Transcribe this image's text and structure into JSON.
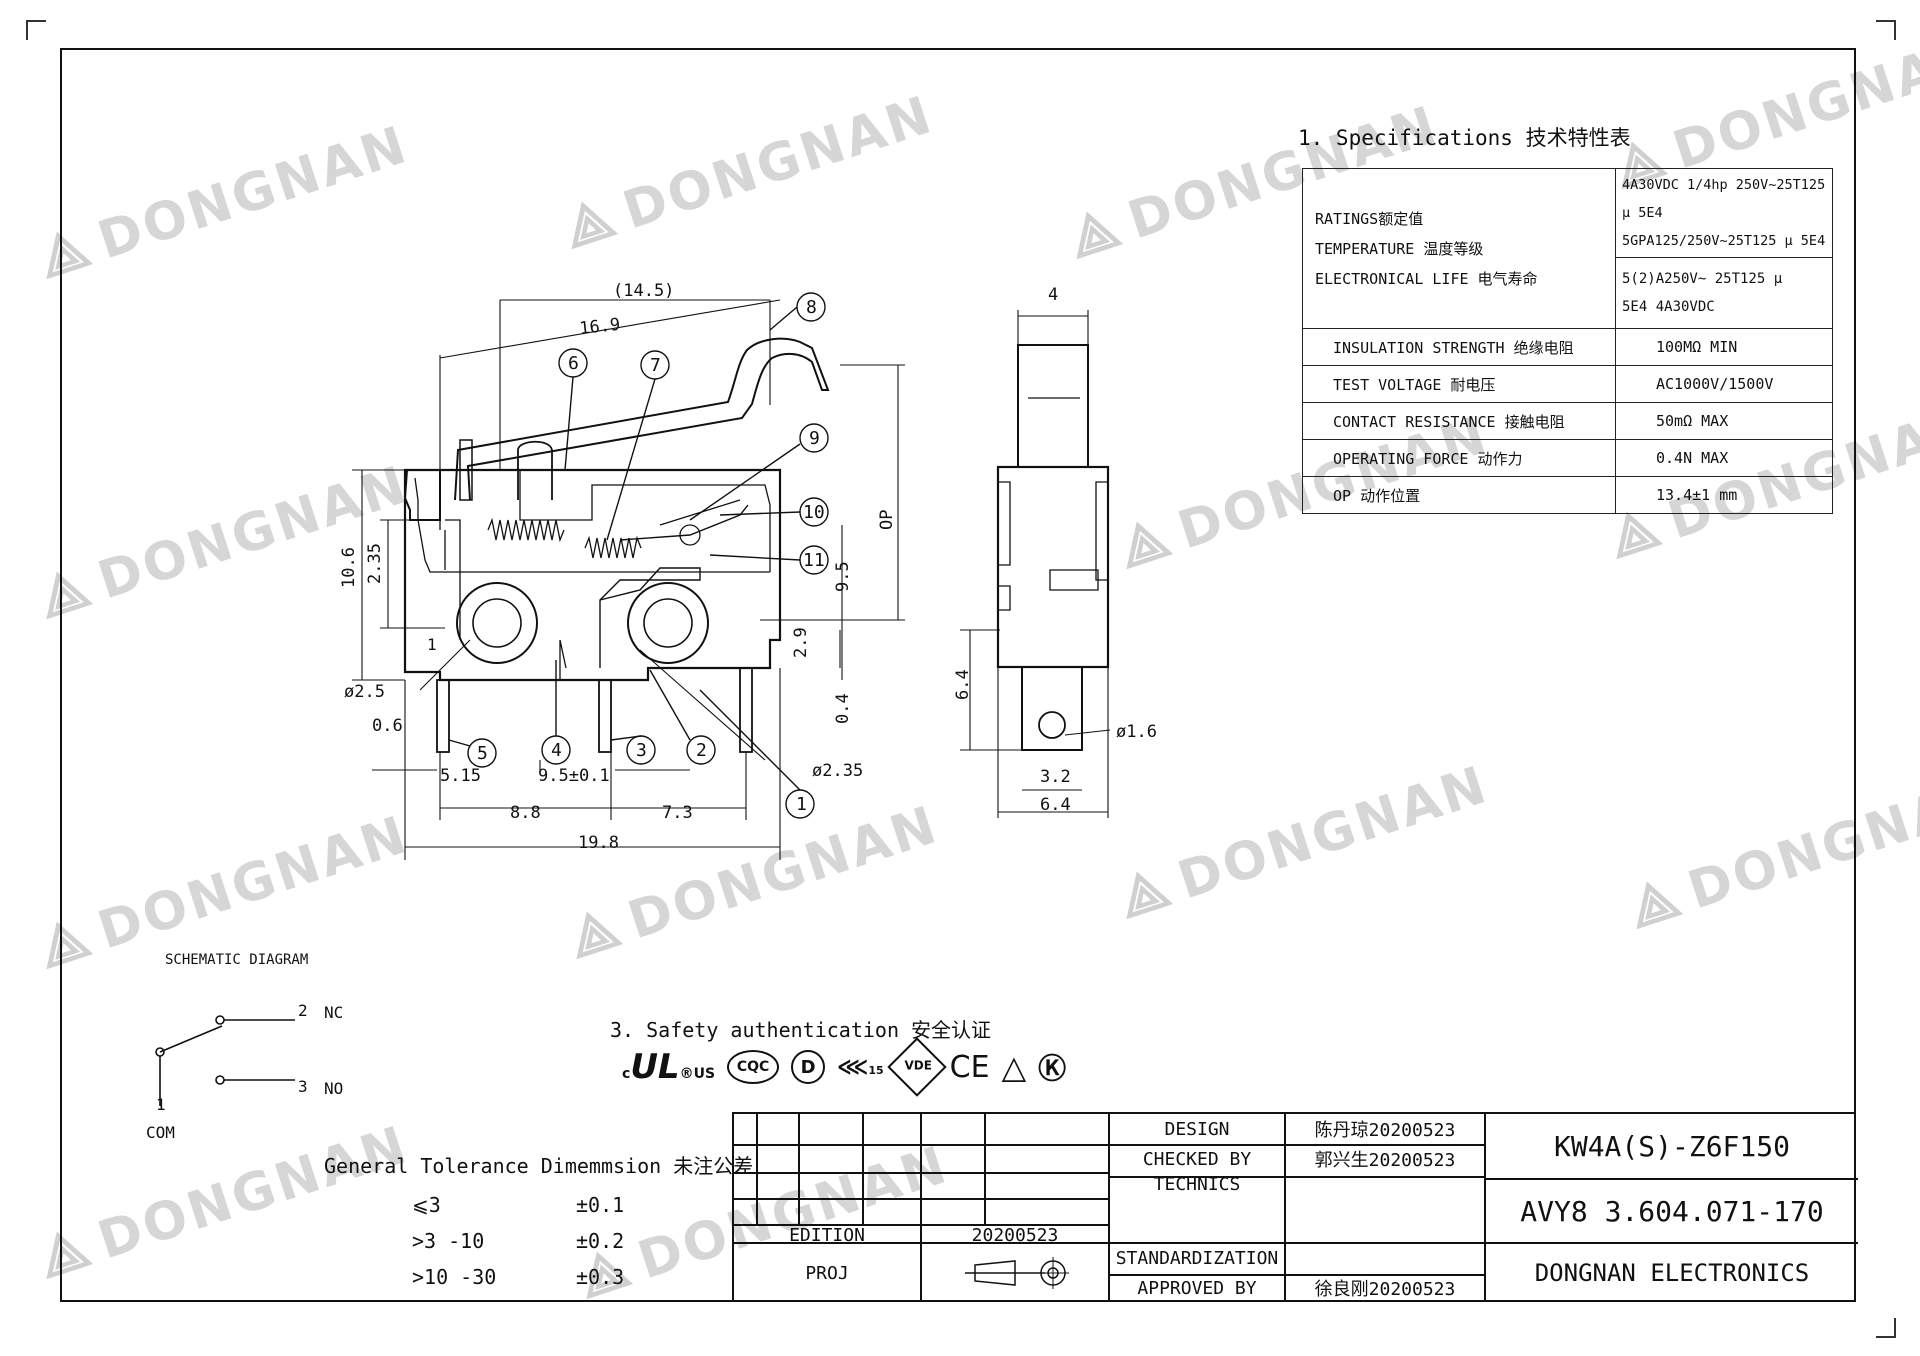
{
  "watermark": {
    "text": "DONGNAN"
  },
  "specs": {
    "title": "1. Specifications  技术特性表",
    "group1_labels": [
      "RATINGS额定值",
      "TEMPERATURE 温度等级",
      "ELECTRONICAL LIFE 电气寿命"
    ],
    "group1_values_a": [
      "4A30VDC 1/4hp 250V~25T125 μ 5E4",
      "5GPA125/250V~25T125  μ  5E4"
    ],
    "group1_values_b": [
      "5(2)A250V~ 25T125  μ",
      "5E4  4A30VDC"
    ],
    "rows": [
      {
        "label": "INSULATION STRENGTH 绝缘电阻",
        "value": "100MΩ MIN"
      },
      {
        "label": "TEST VOLTAGE 耐电压",
        "value": "AC1000V/1500V"
      },
      {
        "label": "CONTACT RESISTANCE 接触电阻",
        "value": "50mΩ MAX"
      },
      {
        "label": "OPERATING FORCE 动作力",
        "value": "0.4N MAX"
      },
      {
        "label": "OP 动作位置",
        "value": "13.4±1 mm"
      }
    ]
  },
  "drawing": {
    "dims": {
      "d145": "(14.5)",
      "d169": "16.9",
      "d106": "10.6",
      "d235": "2.35",
      "dop": "OP",
      "d95": "9.5",
      "d29": "2.9",
      "d04": "0.4",
      "d25": "ø2.5",
      "d06": "0.6",
      "d515": "5.15",
      "d95b": "9.5±0.1",
      "d88": "8.8",
      "d73": "7.3",
      "d198": "19.8",
      "d235b": "ø2.35",
      "d4": "4",
      "d64": "6.4",
      "d16": "ø1.6",
      "d32": "3.2",
      "d64b": "6.4"
    },
    "callouts": [
      "1",
      "2",
      "3",
      "4",
      "5",
      "6",
      "7",
      "8",
      "9",
      "10",
      "11"
    ],
    "inner_label": "1"
  },
  "schematic": {
    "title": "SCHEMATIC DIAGRAM",
    "nc_num": "2",
    "nc": "NC",
    "no_num": "3",
    "no": "NO",
    "com_num": "1",
    "com": "COM"
  },
  "safety": {
    "title": "3. Safety authentication  安全认证",
    "marks": [
      "cULus",
      "CQC",
      "D",
      "ENEC 15",
      "VDE",
      "CE",
      "triangle",
      "KC"
    ]
  },
  "tolerance": {
    "title": "General Tolerance Dimemmsion 未注公差",
    "rows": [
      {
        "range": "⩽3",
        "tol": "±0.1"
      },
      {
        "range": ">3 -10",
        "tol": "±0.2"
      },
      {
        "range": ">10 -30",
        "tol": "±0.3"
      }
    ]
  },
  "title_block": {
    "design_label": "DESIGN",
    "design_value": "陈丹琼20200523",
    "checked_label": "CHECKED BY",
    "checked_value": "郭兴生20200523",
    "technics_label": "TECHNICS",
    "std_label": "STANDARDIZATION",
    "approved_label": "APPROVED BY",
    "approved_value": "徐良刚20200523",
    "edition_label": "EDITION",
    "edition_value": "20200523",
    "proj_label": "PROJ",
    "model": "KW4A(S)-Z6F150",
    "doc_no": "AVY8 3.604.071-170",
    "company": "DONGNAN ELECTRONICS"
  }
}
